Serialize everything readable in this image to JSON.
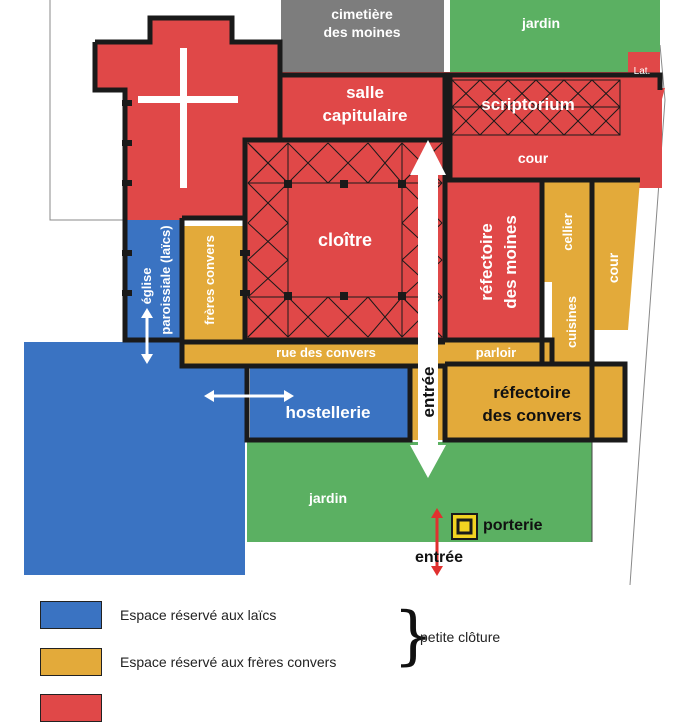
{
  "colors": {
    "laics": "#3a73c2",
    "convers": "#e3aa3a",
    "moines": "#e04848",
    "jardin": "#5bb062",
    "cimetiere": "#7d7d7d",
    "walls": "#1a1a1a",
    "arrow": "#ffffff",
    "porterie_arrow": "#e0302f",
    "porterie_square": "#f2d321"
  },
  "rooms": {
    "cimetiere": "cimetière\ndes moines",
    "jardin_nord": "jardin",
    "lat": "Lat.",
    "salle_capitulaire": "salle\ncapitulaire",
    "scriptorium": "scriptorium",
    "cour_nord": "cour",
    "cloitre": "cloître",
    "refectoire_moines": "réfectoire\ndes moines",
    "cellier": "cellier",
    "cour_est": "cour",
    "cuisines": "cuisines",
    "parloir": "parloir",
    "rue_des_convers": "rue des convers",
    "freres_convers": "frères convers",
    "eglise_paroissiale": "église\nparoissiale (laïcs)",
    "hostellerie": "hostellerie",
    "refectoire_convers": "réfectoire\ndes convers",
    "entree_centrale": "entrée",
    "jardin_sud": "jardin",
    "porterie": "porterie",
    "entree_porterie": "entrée"
  },
  "legend": {
    "items": [
      {
        "label": "Espace réservé aux laïcs",
        "color": "#3a73c2"
      },
      {
        "label": "Espace réservé aux frères convers",
        "color": "#e3aa3a"
      },
      {
        "label": "",
        "color": "#e04848"
      }
    ],
    "group_label": "petite clôture"
  }
}
